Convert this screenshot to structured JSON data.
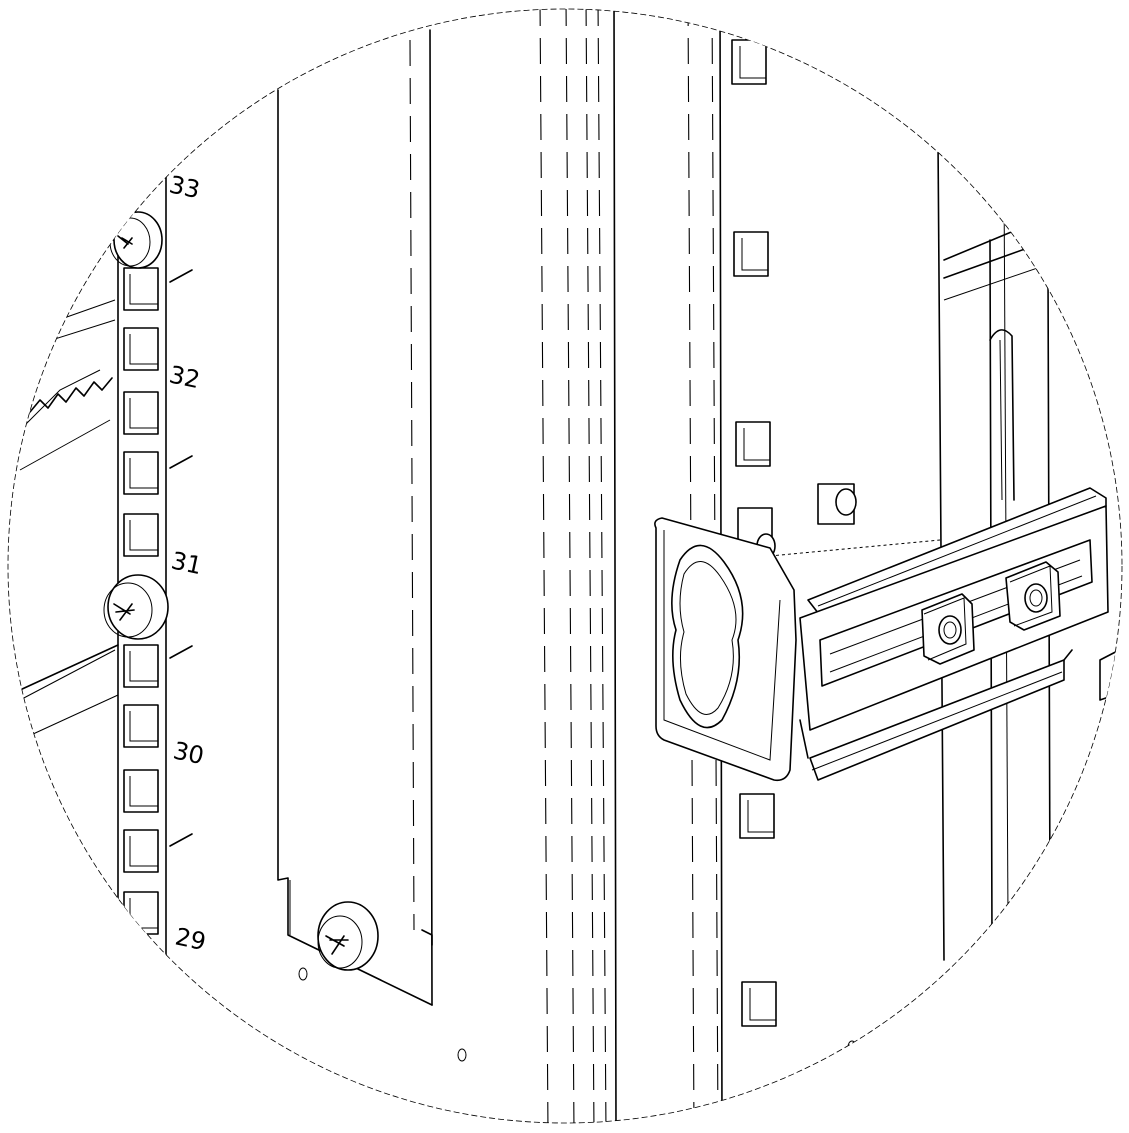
{
  "unit_labels": [
    "33",
    "32",
    "31",
    "30",
    "29"
  ],
  "colors": {
    "line": "#000000",
    "background": "#ffffff"
  }
}
